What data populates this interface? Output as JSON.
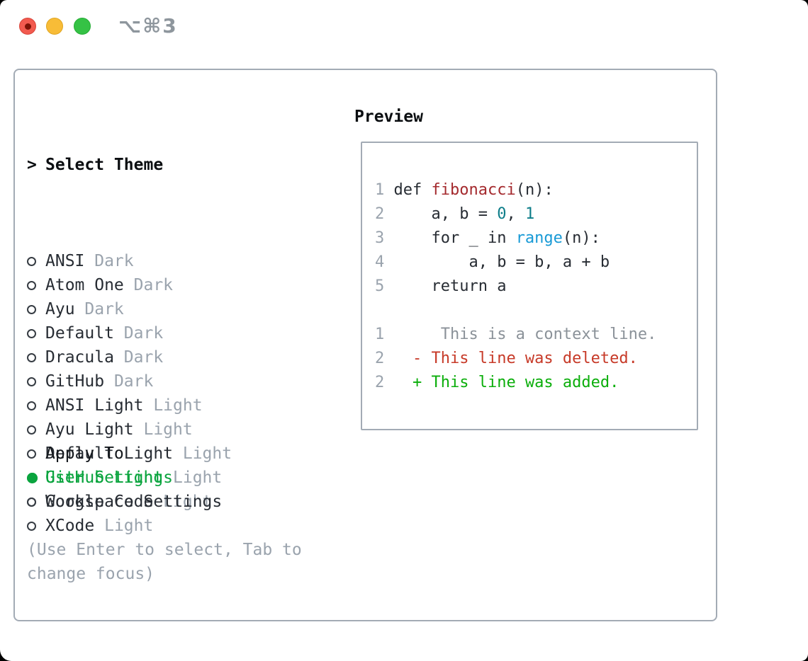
{
  "window": {
    "shortcut_label": "⌥⌘3",
    "traffic_lights": [
      "close",
      "minimize",
      "zoom"
    ]
  },
  "theme_selector": {
    "cursor": ">",
    "heading": "Select Theme",
    "items": [
      {
        "name": "ANSI",
        "badge": "Dark",
        "selected": false
      },
      {
        "name": "Atom One",
        "badge": "Dark",
        "selected": false
      },
      {
        "name": "Ayu",
        "badge": "Dark",
        "selected": false
      },
      {
        "name": "Default",
        "badge": "Dark",
        "selected": false
      },
      {
        "name": "Dracula",
        "badge": "Dark",
        "selected": false
      },
      {
        "name": "GitHub",
        "badge": "Dark",
        "selected": false
      },
      {
        "name": "ANSI Light",
        "badge": "Light",
        "selected": false
      },
      {
        "name": "Ayu Light",
        "badge": "Light",
        "selected": false
      },
      {
        "name": "Default Light",
        "badge": "Light",
        "selected": false
      },
      {
        "name": "GitHub Light",
        "badge": "Light",
        "selected": true
      },
      {
        "name": "Google Code",
        "badge": "Light",
        "selected": false
      },
      {
        "name": "XCode",
        "badge": "Light",
        "selected": false
      }
    ]
  },
  "apply_to": {
    "heading": "Apply To",
    "options": [
      {
        "name": "User Settings",
        "selected": true
      },
      {
        "name": "Workspace Settings",
        "selected": false
      }
    ]
  },
  "help_lines": [
    "(Use Enter to select, Tab to",
    "change focus)"
  ],
  "preview": {
    "heading": "Preview",
    "lines": [
      {
        "num": "1",
        "tokens": [
          {
            "t": "def ",
            "c": "code"
          },
          {
            "t": "fibonacci",
            "c": "func"
          },
          {
            "t": "(n):",
            "c": "code"
          }
        ]
      },
      {
        "num": "2",
        "tokens": [
          {
            "t": "    a, b = ",
            "c": "code"
          },
          {
            "t": "0",
            "c": "num"
          },
          {
            "t": ", ",
            "c": "code"
          },
          {
            "t": "1",
            "c": "num"
          }
        ]
      },
      {
        "num": "3",
        "tokens": [
          {
            "t": "    for _ in ",
            "c": "code"
          },
          {
            "t": "range",
            "c": "builtin"
          },
          {
            "t": "(n):",
            "c": "code"
          }
        ]
      },
      {
        "num": "4",
        "tokens": [
          {
            "t": "        a, b = b, a + b",
            "c": "code"
          }
        ]
      },
      {
        "num": "5",
        "tokens": [
          {
            "t": "    return a",
            "c": "code"
          }
        ]
      },
      {
        "num": "",
        "tokens": []
      },
      {
        "num": "1",
        "tokens": [
          {
            "t": "     This is a context line.",
            "c": "context"
          }
        ]
      },
      {
        "num": "2",
        "tokens": [
          {
            "t": "  - This line was deleted.",
            "c": "deleted"
          }
        ]
      },
      {
        "num": "2",
        "tokens": [
          {
            "t": "  + This line was added.",
            "c": "added"
          }
        ]
      }
    ]
  },
  "colors": {
    "accent_green": "#0aa43e",
    "diff_added_green": "#0bae0b",
    "diff_deleted_red": "#c73a28",
    "context_gray": "#8b9299",
    "muted_gray": "#9aa3ad",
    "text_dark": "#272c33",
    "heading_black": "#0b0e11",
    "function_red": "#a42a2e",
    "number_teal": "#0d7d89",
    "builtin_blue": "#189ad6",
    "border_gray": "#a3abb5",
    "titlebar_gray": "#8e969d",
    "traffic_red": "#f25a4f",
    "traffic_red_dot": "#7d1206",
    "traffic_yellow": "#f8bc37",
    "traffic_green": "#35c245"
  }
}
